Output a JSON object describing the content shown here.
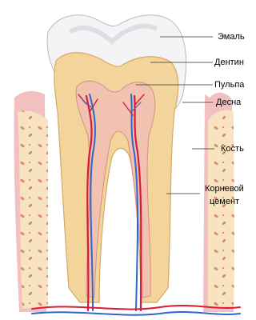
{
  "labels": {
    "enamel": "Эмаль",
    "dentin": "Дентин",
    "pulp": "Пульпа",
    "gum": "Десна",
    "bone": "Кость",
    "cement_line1": "Корневой",
    "cement_line2": "цемент"
  },
  "colors": {
    "enamel": "#f4f4f6",
    "dentin": "#f3d49a",
    "pulp": "#f1c2b0",
    "gum": "#f2c0c0",
    "bone": "#f8e3c0",
    "artery": "#d81b3a",
    "vein": "#2f68c9"
  }
}
